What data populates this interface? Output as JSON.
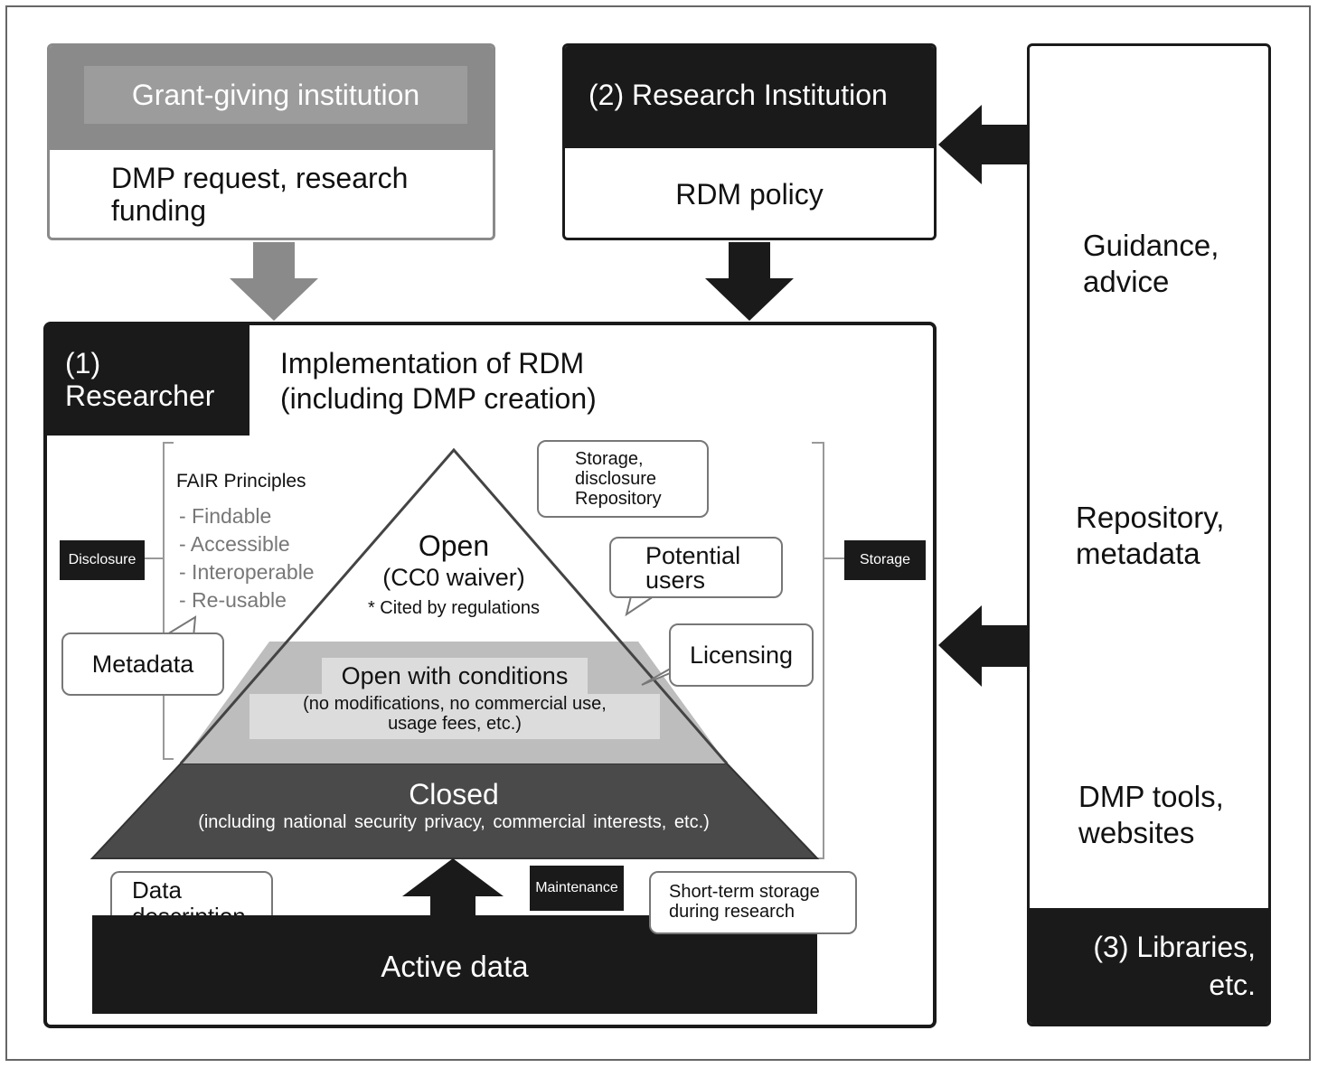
{
  "grant": {
    "title": "Grant-giving institution",
    "body": "DMP request, research\nfunding"
  },
  "institution": {
    "title": "(2) Research Institution",
    "body": "RDM policy"
  },
  "libraries": {
    "title": "(3) Libraries,\netc.",
    "items": [
      {
        "icon": "person-icon",
        "label": "Guidance,\nadvice"
      },
      {
        "icon": "database-icon",
        "label": "Repository,\nmetadata"
      },
      {
        "icon": "monitor-icon",
        "label": "DMP tools,\nwebsites"
      }
    ]
  },
  "researcher": {
    "tab": "(1)\nResearcher",
    "heading": "Implementation of RDM\n(including DMP creation)"
  },
  "fair": {
    "title": "FAIR Principles",
    "items": [
      "- Findable",
      "- Accessible",
      "- Interoperable",
      "- Re-usable"
    ]
  },
  "tags": {
    "disclosure": "Disclosure",
    "storage": "Storage",
    "maintenance": "Maintenance"
  },
  "callouts": {
    "metadata": "Metadata",
    "storage_repo": "Storage,\ndisclosure\nRepository",
    "potential_users": "Potential\nusers",
    "licensing": "Licensing",
    "data_description": "Data\ndescription",
    "short_term": "Short-term storage\nduring research"
  },
  "pyramid": {
    "open_title": "Open",
    "open_sub": "(CC0 waiver)",
    "open_note": "* Cited by regulations",
    "conditions_title": "Open with conditions",
    "conditions_sub": "(no modifications, no commercial use,\nusage fees, etc.)",
    "closed_title": "Closed",
    "closed_sub": "(including national security privacy, commercial interests, etc.)"
  },
  "active_data": "Active data",
  "colors": {
    "dark": "#1a1a1a",
    "grey_header": "#8a8a8a",
    "grey_inner": "#9c9c9c",
    "conditions": "#bdbdbd",
    "closed": "#4a4a4a"
  }
}
